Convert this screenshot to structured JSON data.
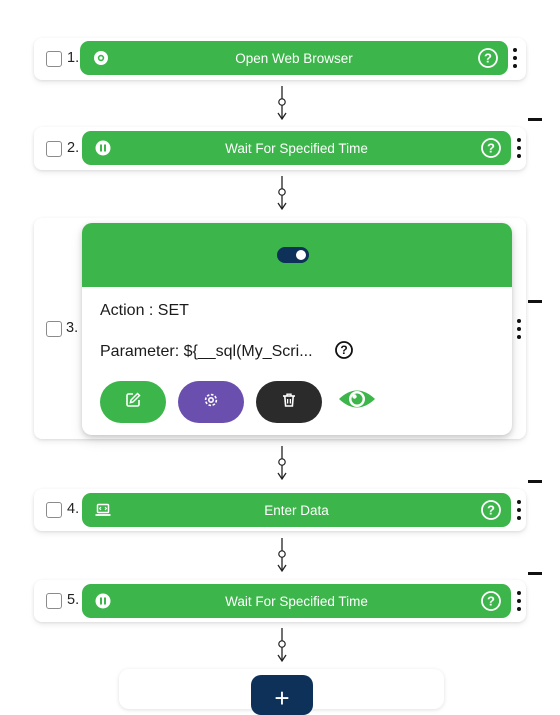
{
  "steps": [
    {
      "number": "1.",
      "label": "Open Web Browser",
      "icon": "browser-icon"
    },
    {
      "number": "2.",
      "label": "Wait For Specified Time",
      "icon": "pause-icon"
    },
    {
      "number": "3.",
      "action": "Action : SET",
      "parameter": "Parameter: ${__sql(My_Scri...",
      "toggle_on": true
    },
    {
      "number": "4.",
      "label": "Enter Data",
      "icon": "laptop-icon"
    },
    {
      "number": "5.",
      "label": "Wait For Specified Time",
      "icon": "pause-icon"
    }
  ],
  "add_step_label": "+",
  "colors": {
    "pill_green": "#3cb54a",
    "edit_button": "#3cb54a",
    "settings_button": "#6b4fae",
    "delete_button": "#2b2b2b",
    "toggle_navy": "#0d3159",
    "add_button_navy": "#0d3159"
  }
}
